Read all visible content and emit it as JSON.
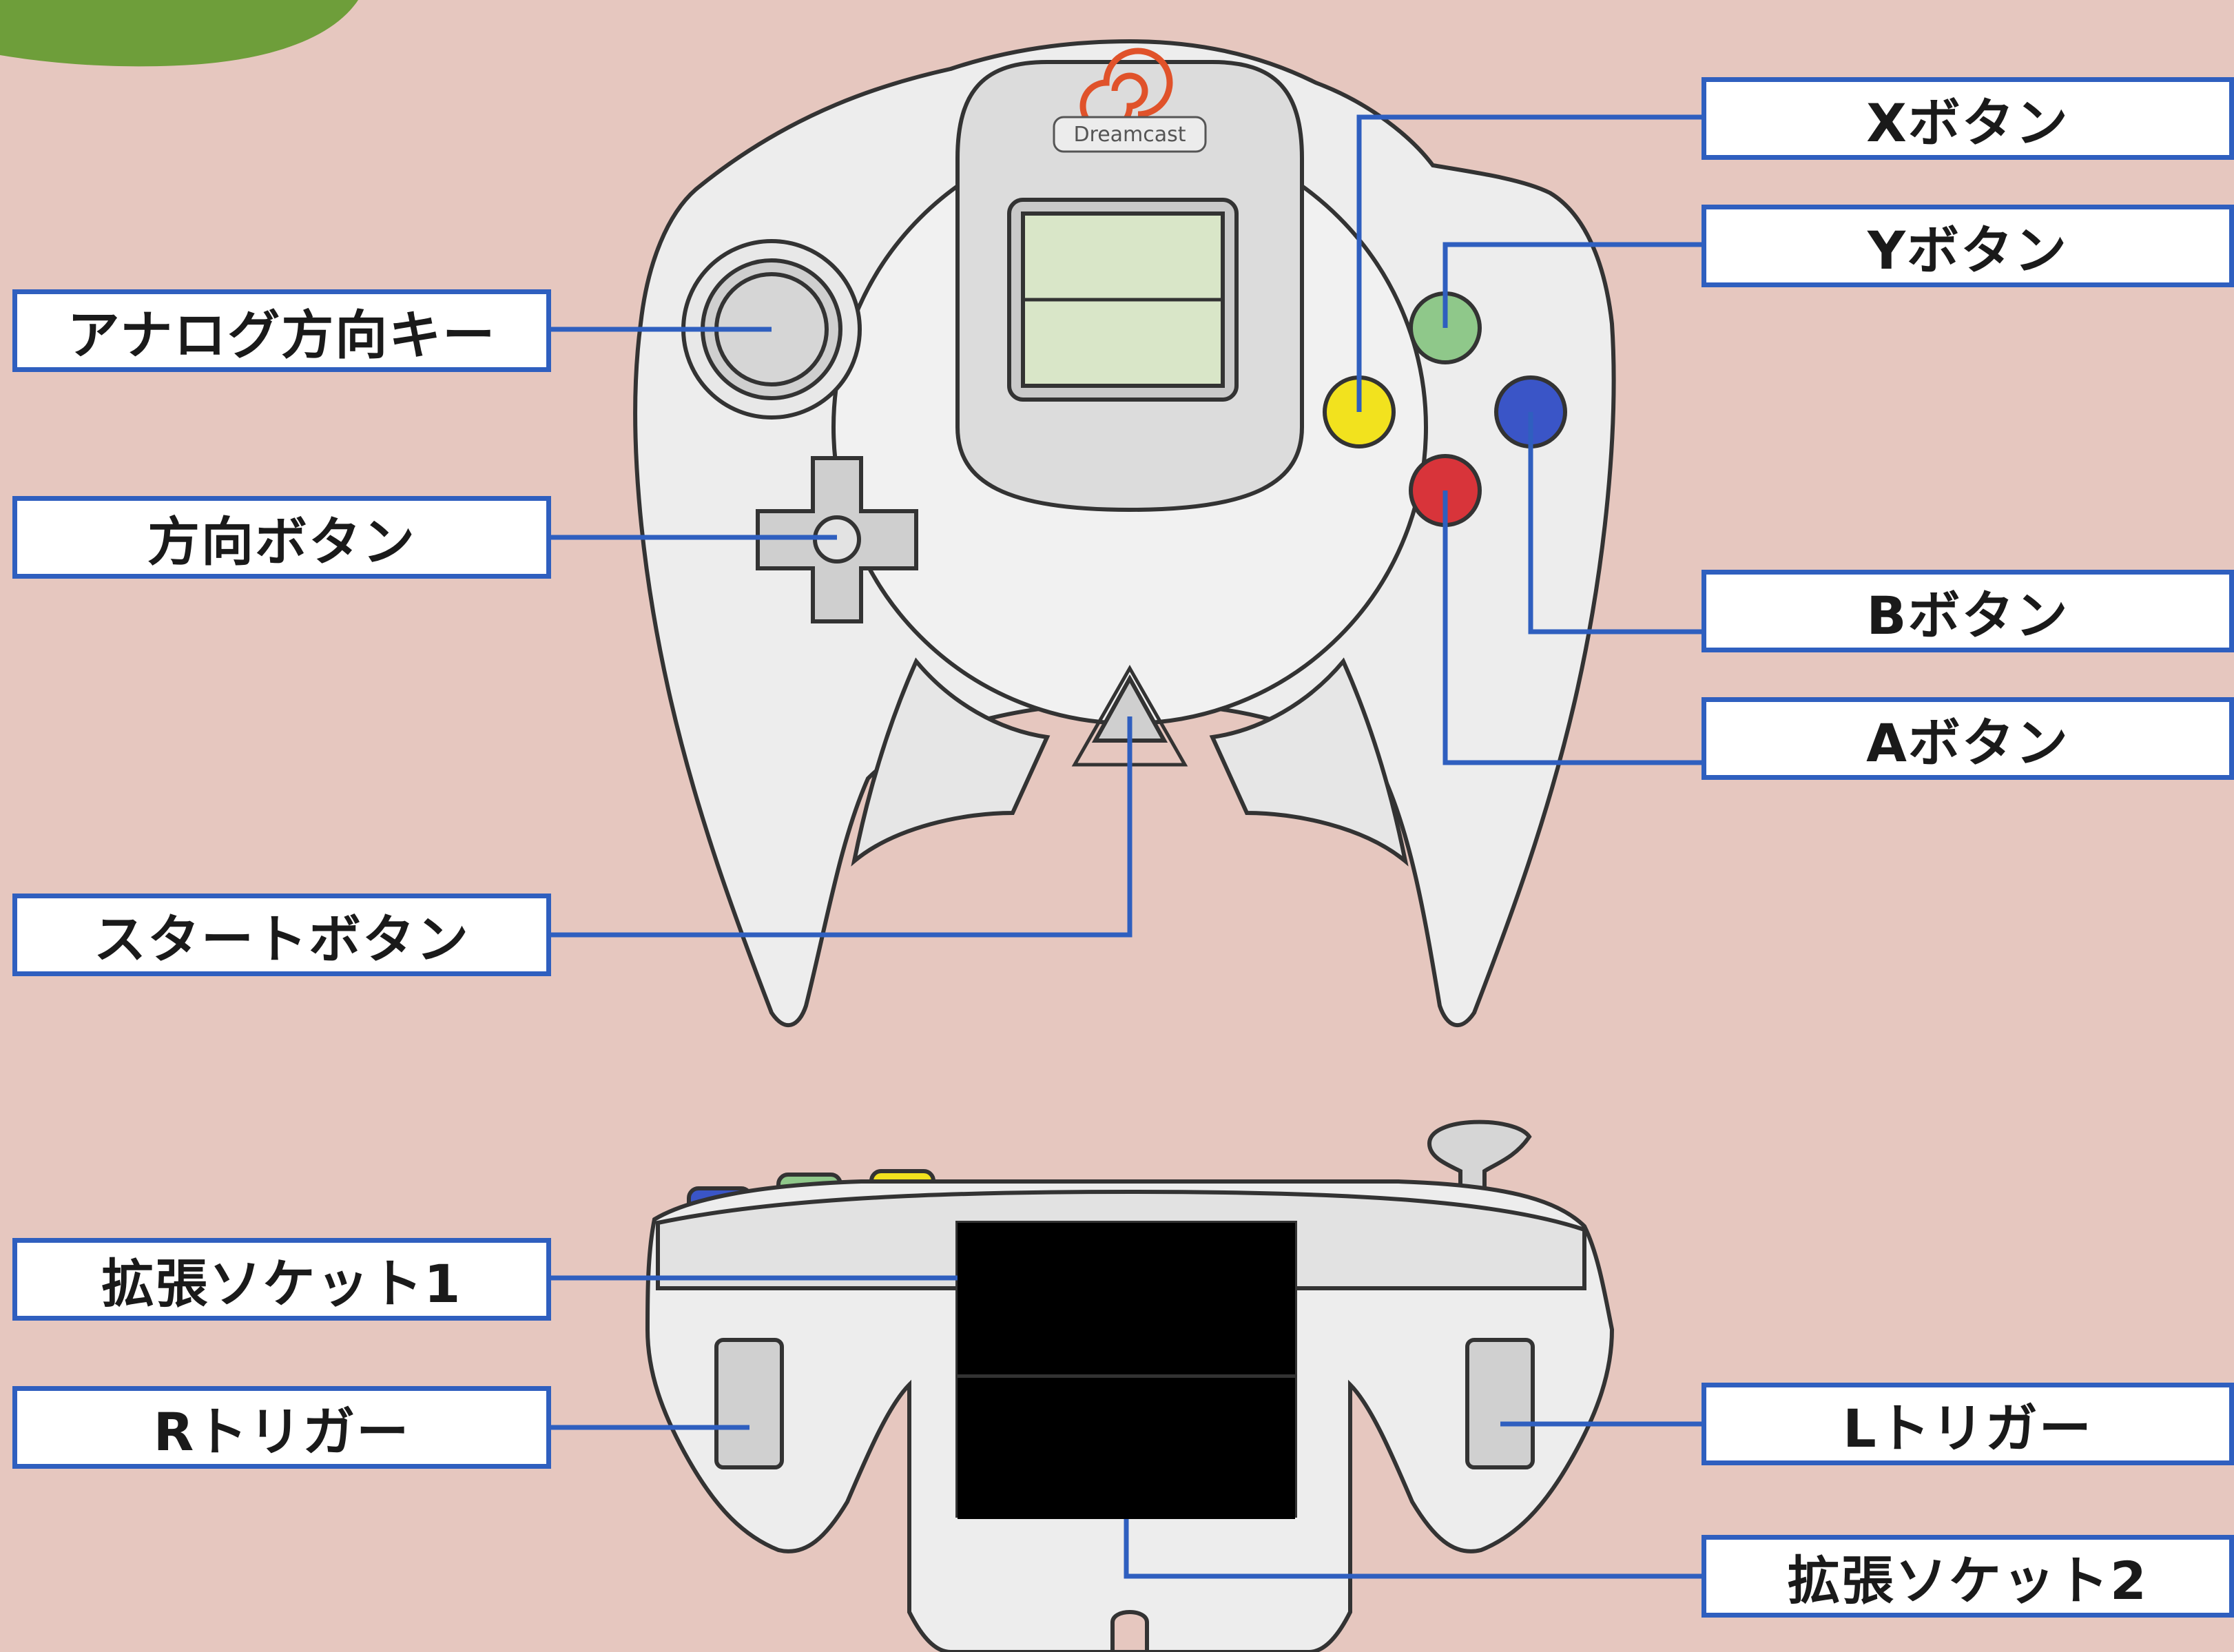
{
  "labels": {
    "analog_stick": "アナログ方向キー",
    "dpad": "方向ボタン",
    "start": "スタートボタン",
    "expansion1": "拡張ソケット1",
    "r_trigger": "Rトリガー",
    "x_button": "Xボタン",
    "y_button": "Yボタン",
    "b_button": "Bボタン",
    "a_button": "Aボタン",
    "l_trigger": "Lトリガー",
    "expansion2": "拡張ソケット2"
  },
  "logo": {
    "text": "Dreamcast"
  },
  "colors": {
    "background": "#e6c7bf",
    "label_border": "#2f5fbf",
    "controller_body": "#ededed",
    "controller_shadow": "#cfcfcf",
    "vmu_screen": "#d9e6c8",
    "button_a": "#d8343a",
    "button_b": "#3a55c7",
    "button_x": "#f2e21e",
    "button_y": "#8fc88a",
    "logo_swirl": "#e0522a"
  },
  "icons": {
    "logo": "dreamcast-swirl-logo"
  }
}
